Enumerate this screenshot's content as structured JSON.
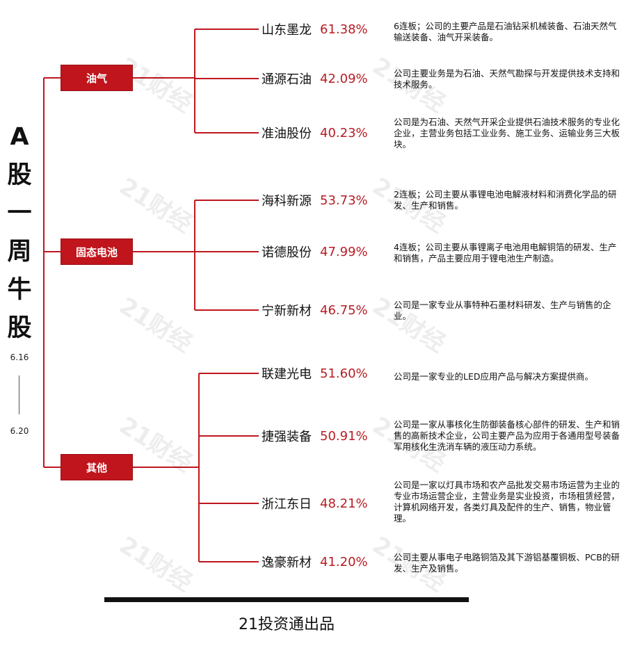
{
  "title_chars": [
    "A",
    "股",
    "一",
    "周",
    "牛",
    "股"
  ],
  "date_start": "6.16",
  "date_end": "6.20",
  "watermark": "21财经",
  "colors": {
    "accent": "#c0151d",
    "line": "#c0151d",
    "percent": "#b81c23"
  },
  "categories": [
    {
      "label": "油气",
      "stocks": [
        {
          "name": "山东墨龙",
          "pct": "61.38%",
          "desc": "6连板；公司的主要产品是石油钻采机械装备、石油天然气输送装备、油气开采装备。"
        },
        {
          "name": "通源石油",
          "pct": "42.09%",
          "desc": "公司主要业务是为石油、天然气勘探与开发提供技术支持和技术服务。"
        },
        {
          "name": "准油股份",
          "pct": "40.23%",
          "desc": "公司是为石油、天然气开采企业提供石油技术服务的专业化企业，主营业务包括工业业务、施工业务、运输业务三大板块。"
        }
      ]
    },
    {
      "label": "固态电池",
      "stocks": [
        {
          "name": "海科新源",
          "pct": "53.73%",
          "desc": "2连板；公司主要从事锂电池电解液材料和消费化学品的研发、生产和销售。"
        },
        {
          "name": "诺德股份",
          "pct": "47.99%",
          "desc": "4连板；公司主要从事锂离子电池用电解铜箔的研发、生产和销售，产品主要应用于锂电池生产制造。"
        },
        {
          "name": "宁新新材",
          "pct": "46.75%",
          "desc": "公司是一家专业从事特种石墨材料研发、生产与销售的企业。"
        }
      ]
    },
    {
      "label": "其他",
      "stocks": [
        {
          "name": "联建光电",
          "pct": "51.60%",
          "desc": "公司是一家专业的LED应用产品与解决方案提供商。"
        },
        {
          "name": "捷强装备",
          "pct": "50.91%",
          "desc": "公司是一家从事核化生防御装备核心部件的研发、生产和销售的高新技术企业，公司主要产品为应用于各通用型号装备军用核化生洗消车辆的液压动力系统。"
        },
        {
          "name": "浙江东日",
          "pct": "48.21%",
          "desc": "公司是一家以灯具市场和农产品批发交易市场运营为主业的专业市场运营企业，主营业务是实业投资，市场租赁经营，计算机网络开发，各类灯具及配件的生产、销售，物业管理。"
        },
        {
          "name": "逸豪新材",
          "pct": "41.20%",
          "desc": "公司主要从事电子电路铜箔及其下游铝基覆铜板、PCB的研发、生产及销售。"
        }
      ]
    }
  ],
  "footer": "21投资通出品"
}
